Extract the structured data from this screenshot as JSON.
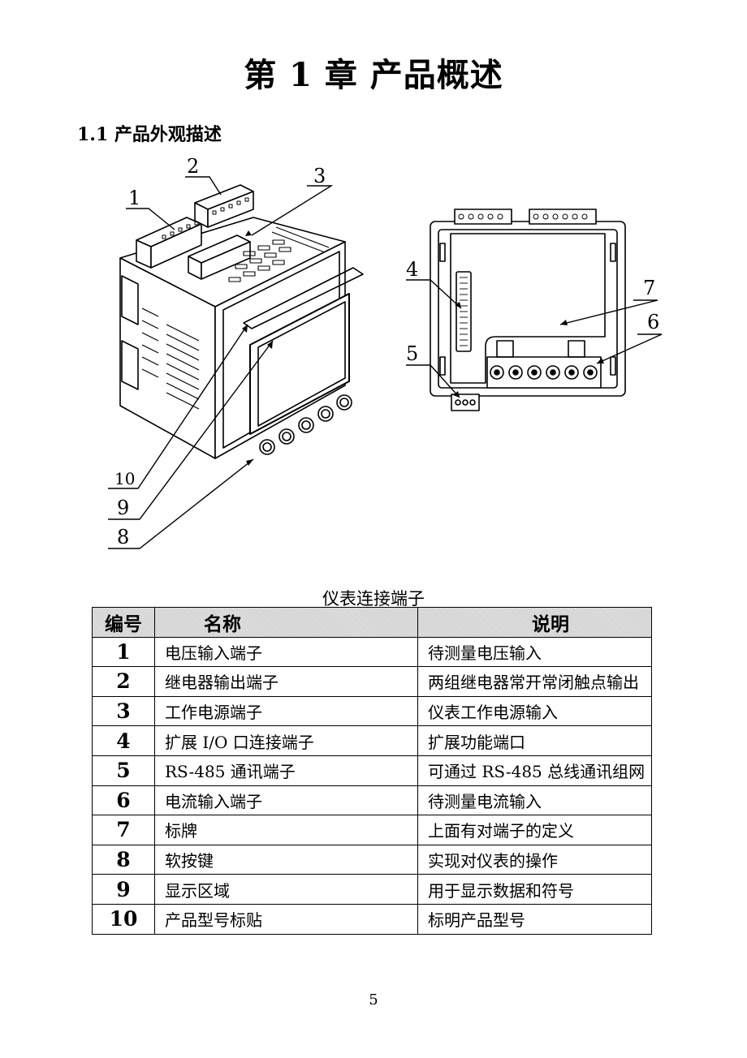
{
  "chapter": {
    "title": "第 1 章    产品概述"
  },
  "section": {
    "title": "1.1 产品外观描述"
  },
  "figure": {
    "callouts": [
      "1",
      "2",
      "3",
      "4",
      "5",
      "6",
      "7",
      "8",
      "9",
      "10"
    ]
  },
  "table": {
    "caption": "仪表连接端子",
    "headers": [
      "编号",
      "名称",
      "说明"
    ],
    "rows": [
      {
        "num": "1",
        "name": "电压输入端子",
        "desc": "待测量电压输入"
      },
      {
        "num": "2",
        "name": "继电器输出端子",
        "desc": "两组继电器常开常闭触点输出"
      },
      {
        "num": "3",
        "name": "工作电源端子",
        "desc": "仪表工作电源输入"
      },
      {
        "num": "4",
        "name": "扩展 I/O 口连接端子",
        "desc": "扩展功能端口"
      },
      {
        "num": "5",
        "name": "RS-485  通讯端子",
        "desc": "可通过 RS-485 总线通讯组网"
      },
      {
        "num": "6",
        "name": "电流输入端子",
        "desc": "待测量电流输入"
      },
      {
        "num": "7",
        "name": "标牌",
        "desc": "上面有对端子的定义"
      },
      {
        "num": "8",
        "name": "软按键",
        "desc": "实现对仪表的操作"
      },
      {
        "num": "9",
        "name": "显示区域",
        "desc": "用于显示数据和符号"
      },
      {
        "num": "10",
        "name": "产品型号标贴",
        "desc": "标明产品型号"
      }
    ]
  },
  "page": {
    "number": "5"
  }
}
